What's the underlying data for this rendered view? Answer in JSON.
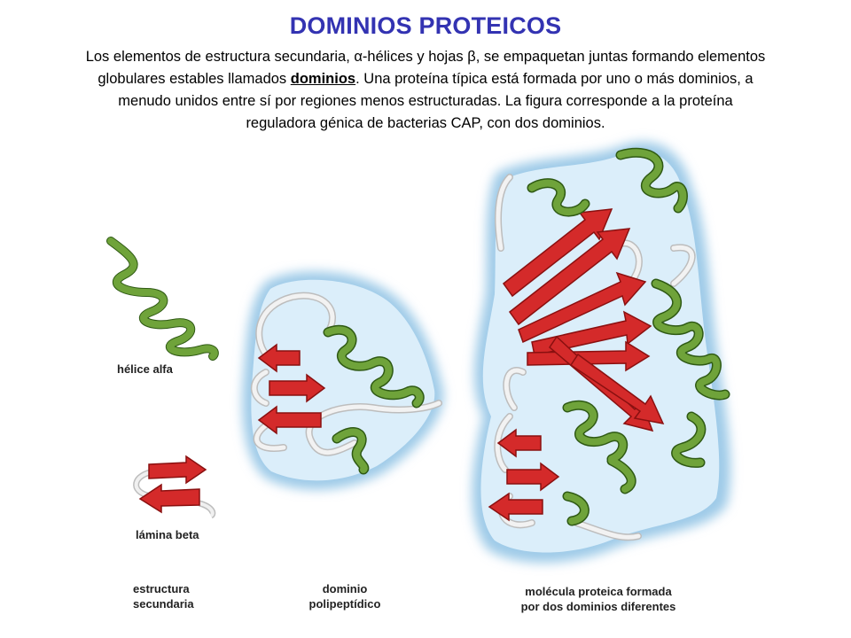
{
  "slide": {
    "title": "DOMINIOS PROTEICOS",
    "intro": {
      "l1_a": "Los elementos  de estructura secundaria, ",
      "l1_alpha": "α",
      "l1_b": "-hélices y hojas ",
      "l1_beta": "β",
      "l1_c": ", se empaquetan juntas formando elementos",
      "l2_a": "globulares estables llamados ",
      "l2_kw": "dominios",
      "l2_b": ".  Una proteína típica está formada por uno o más dominios, a",
      "l3": "menudo unidos entre sí por regiones menos estructuradas.  La figura corresponde  a la proteína",
      "l4": "reguladora génica de bacterias CAP, con dos dominios."
    }
  },
  "figure": {
    "labels": {
      "helix": "hélice alfa",
      "sheet": "lámina beta",
      "secondary_1": "estructura",
      "secondary_2": "secundaria",
      "domain_1": "dominio",
      "domain_2": "polipeptídico",
      "molecule_1": "molécula proteica formada",
      "molecule_2": "por dos dominios diferentes"
    },
    "colors": {
      "helix": "#5a8f2a",
      "helix_dark": "#2f5a14",
      "strand": "#d42a2a",
      "strand_dark": "#8a1010",
      "coil": "#e8e8e8",
      "domain_glow": "#9fcbe8",
      "domain_fill": "#dbeefa"
    }
  }
}
